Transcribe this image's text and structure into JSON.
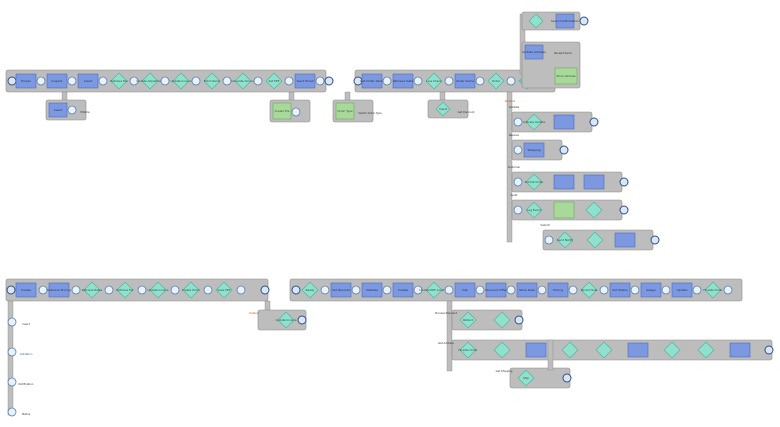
{
  "colors": {
    "track": "#bdbdbd",
    "track_edge": "#8a8a8a",
    "task": "#7b98e0",
    "task_edge": "#4f6bb8",
    "decision": "#8fe0cc",
    "decision_edge": "#4fae98",
    "gateway": "#a8d89a",
    "gateway_edge": "#6aa85c",
    "connector": "#e8f2fb",
    "connector_edge": "#5a7fb0",
    "label": "#333333",
    "orange_label": "#c0661a",
    "blue_label": "#3a5fa8"
  },
  "flows": [
    {
      "id": "flow1",
      "nodes": [
        {
          "kind": "task",
          "label": "Proper"
        },
        {
          "kind": "task",
          "label": "Inspect"
        },
        {
          "kind": "task",
          "label": "Insert"
        },
        {
          "kind": "decision",
          "label": "Retrieve Fee"
        },
        {
          "kind": "decision",
          "label": "Update Adjustment"
        },
        {
          "kind": "decision",
          "label": "Update Invoice"
        },
        {
          "kind": "decision",
          "label": "Fetch Items"
        },
        {
          "kind": "decision",
          "label": "Calculate Amount"
        },
        {
          "kind": "decision",
          "label": "Set PDF"
        },
        {
          "kind": "task",
          "label": "Send Email"
        }
      ],
      "branches": [
        {
          "label": "Mobile",
          "tail": "Insert"
        },
        {
          "label": "",
          "tail": "Create File"
        }
      ]
    },
    {
      "id": "flow2",
      "nodes": [
        {
          "kind": "task",
          "label": "Get Order Items"
        },
        {
          "kind": "task",
          "label": "Retrieve Data"
        },
        {
          "kind": "decision",
          "label": "Line Check"
        },
        {
          "kind": "task",
          "label": "Order Items"
        },
        {
          "kind": "decision",
          "label": "Order"
        },
        {
          "kind": "decision",
          "label": "Calculate"
        }
      ],
      "branches": [
        {
          "label": "Switch Order Type",
          "tail": "Order Type"
        },
        {
          "label": "Get Discount",
          "tail": "Insert"
        },
        {
          "label": "Validate",
          "tail": "Address Update"
        },
        {
          "label": "Resolve",
          "tail": "Shipping"
        },
        {
          "label": "Customer",
          "tail": "Submit Order"
        },
        {
          "label": "Locations",
          "tail": "Send Confirmation"
        },
        {
          "label": "Receipt Items",
          "tail": "Update Address"
        },
        {
          "label": "Confirmation",
          "tail": "Store Address"
        },
        {
          "label": "Audit",
          "tail": "Log Event"
        },
        {
          "label": "Submit",
          "tail": "Send Notify"
        }
      ],
      "annotations": [
        "Default"
      ]
    },
    {
      "id": "flow3",
      "nodes": [
        {
          "kind": "task",
          "label": "Create"
        },
        {
          "kind": "task",
          "label": "Retrieve Pricing"
        },
        {
          "kind": "decision",
          "label": "Retrieve Rates"
        },
        {
          "kind": "decision",
          "label": "Retrieve Tax"
        },
        {
          "kind": "decision",
          "label": "Update Invoice"
        },
        {
          "kind": "decision",
          "label": "Create Order"
        },
        {
          "kind": "decision",
          "label": "Save PDF"
        }
      ],
      "branches": [
        {
          "label": "Default",
          "tail": "Update Invoice"
        }
      ],
      "side_items": [
        "Insert",
        "Validation",
        "Notification",
        "Status"
      ]
    },
    {
      "id": "flow4",
      "nodes": [
        {
          "kind": "decision",
          "label": "Ready"
        },
        {
          "kind": "task",
          "label": "Set Records"
        },
        {
          "kind": "task",
          "label": "Validate"
        },
        {
          "kind": "task",
          "label": "Create"
        },
        {
          "kind": "decision",
          "label": "Update PDF Location"
        },
        {
          "kind": "task",
          "label": "Get"
        },
        {
          "kind": "task",
          "label": "Discount Offer"
        },
        {
          "kind": "task",
          "label": "Store Data"
        },
        {
          "kind": "task",
          "label": "Pricing"
        },
        {
          "kind": "decision",
          "label": "Record Sale"
        },
        {
          "kind": "task",
          "label": "Set Status"
        },
        {
          "kind": "task",
          "label": "Assign"
        },
        {
          "kind": "task",
          "label": "Update"
        },
        {
          "kind": "decision",
          "label": "Finalize Order"
        }
      ],
      "branches": [
        {
          "label": "Process Payment",
          "tail": "Refund"
        },
        {
          "label": "Get Address",
          "tail": "Finalize Order"
        },
        {
          "label": "Get Shipping",
          "tail": "Ship"
        }
      ]
    }
  ]
}
